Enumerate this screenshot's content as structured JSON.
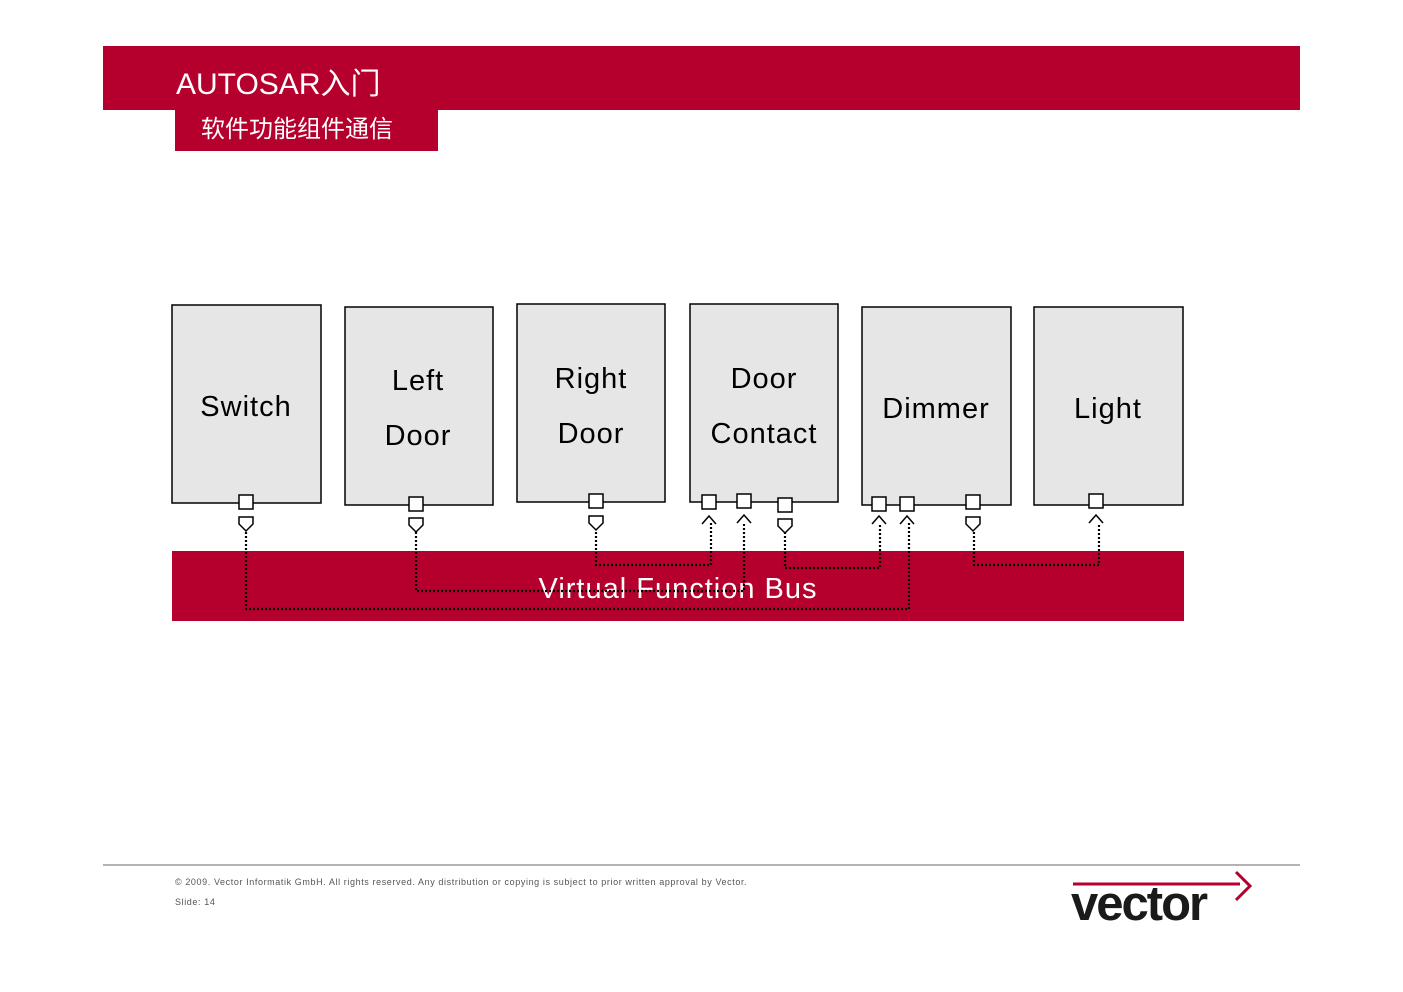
{
  "header": {
    "title": "AUTOSAR入门",
    "subtitle": "软件功能组件通信"
  },
  "diagram": {
    "components": [
      {
        "id": "switch",
        "lines": [
          "Switch"
        ]
      },
      {
        "id": "left-door",
        "lines": [
          "Left",
          "Door"
        ]
      },
      {
        "id": "right-door",
        "lines": [
          "Right",
          "Door"
        ]
      },
      {
        "id": "door-contact",
        "lines": [
          "Door",
          "Contact"
        ]
      },
      {
        "id": "dimmer",
        "lines": [
          "Dimmer"
        ]
      },
      {
        "id": "light",
        "lines": [
          "Light"
        ]
      }
    ],
    "bus_label": "Virtual Function Bus"
  },
  "footer": {
    "copyright": "© 2009. Vector Informatik GmbH. All rights reserved. Any distribution or copying is subject to prior written approval by Vector.",
    "slide": "Slide: 14"
  },
  "logo": {
    "text": "vector"
  },
  "colors": {
    "brand": "#b5002e",
    "box_fill": "#e6e6e6"
  }
}
